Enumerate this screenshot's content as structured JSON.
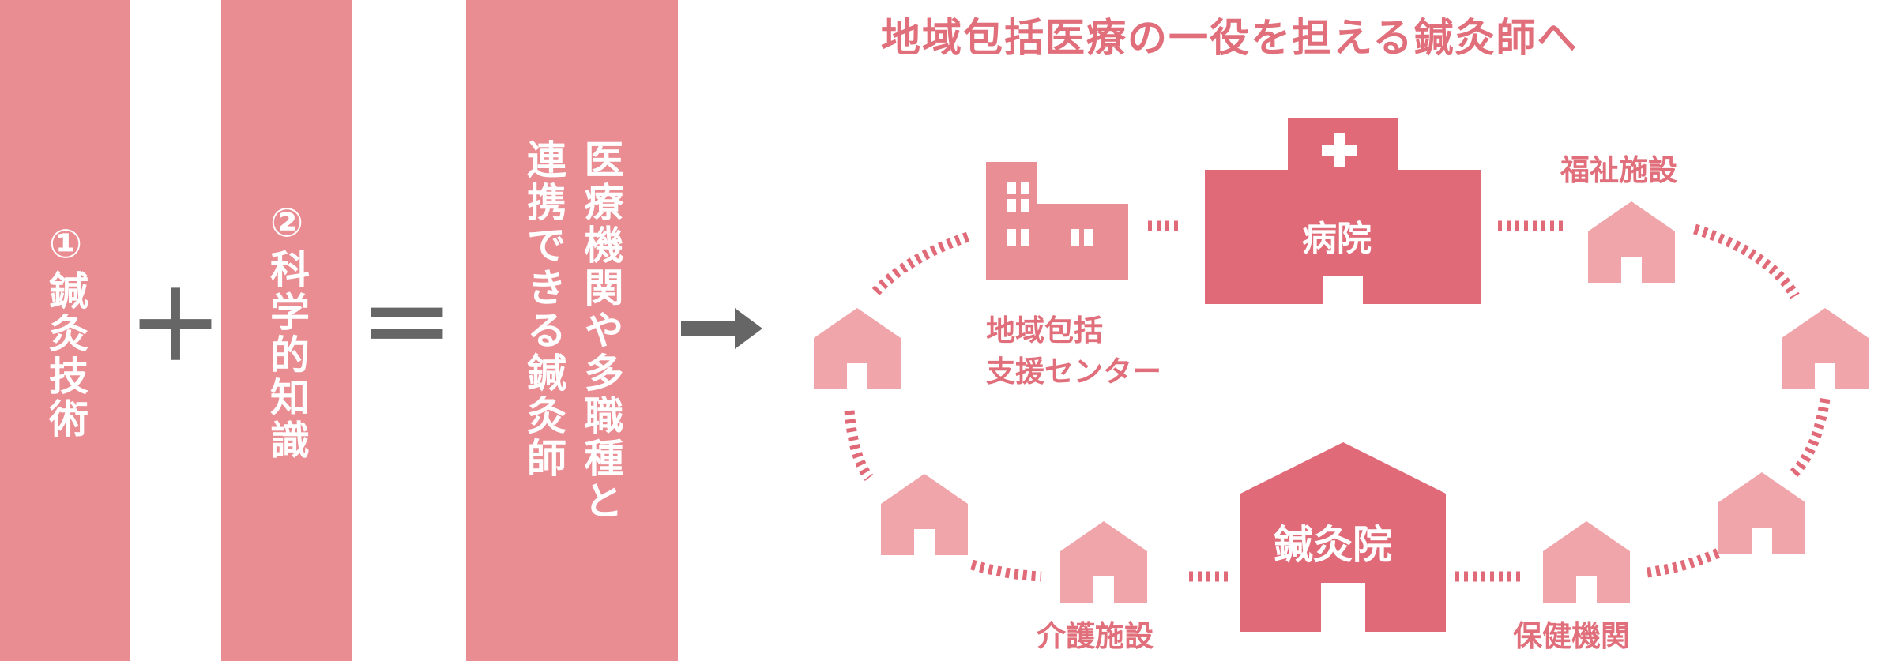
{
  "boxes": {
    "box1": "①鍼灸技術",
    "box2": "②科学的知識",
    "box3_col1": "医療機関や多職種と",
    "box3_col2": "連携できる鍼灸師"
  },
  "operators": {
    "plus": "＋",
    "equals": "＝"
  },
  "diagram": {
    "title": "地域包括医療の一役を担える鍼灸師へ",
    "hospital": "病院",
    "acupuncture_clinic": "鍼灸院",
    "community_center_line1": "地域包括",
    "community_center_line2": "支援センター",
    "welfare_facility": "福祉施設",
    "care_facility": "介護施設",
    "health_institution": "保健機関"
  },
  "colors": {
    "box": "#e98d93",
    "title": "#e06f7b",
    "main_building": "#e06a78",
    "building_light": "#ea8e96",
    "house": "#efa5a9",
    "dots": "#e06a78",
    "operator": "#666666"
  }
}
